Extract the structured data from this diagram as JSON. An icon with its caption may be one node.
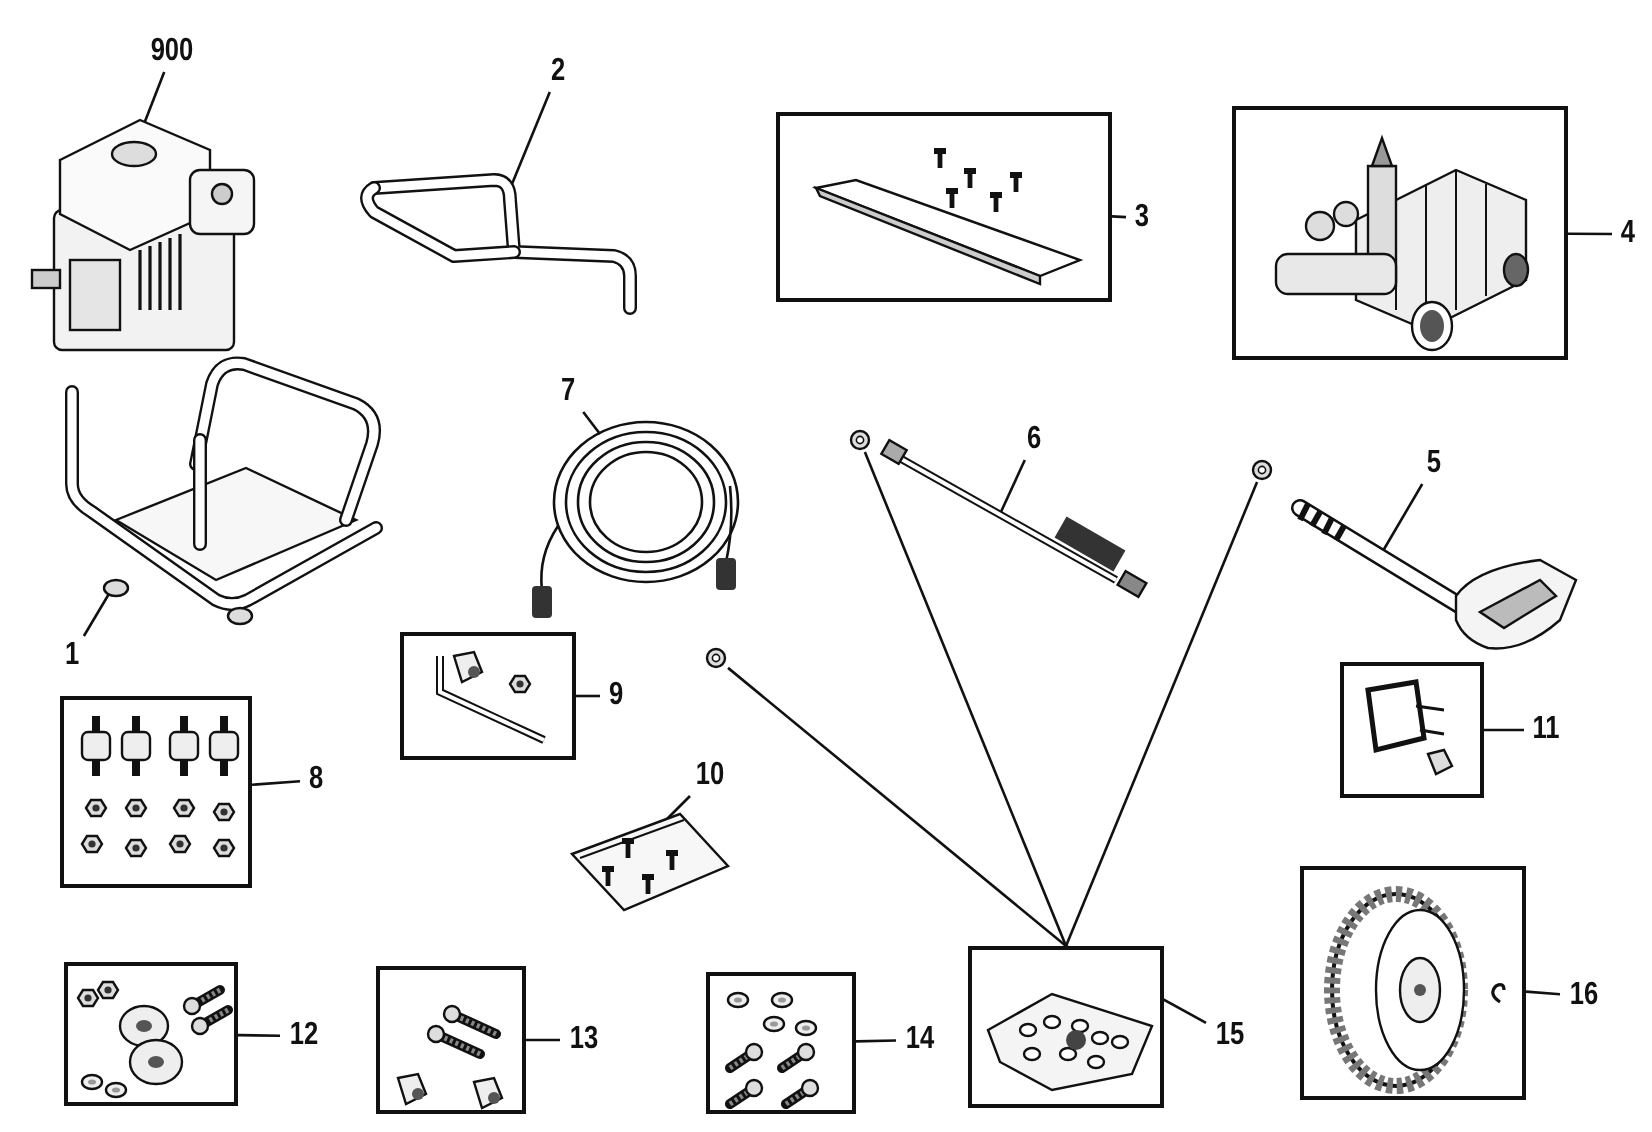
{
  "diagram": {
    "nodes": [
      {
        "text": [
          "900"
        ]
      },
      {
        "text": [],
        "shape": "picture"
      },
      {
        "text": [
          "2"
        ]
      },
      {
        "text": [],
        "shape": "picture"
      },
      {
        "text": [],
        "shape": "box"
      },
      {
        "text": [
          "3"
        ]
      },
      {
        "text": [],
        "shape": "box"
      },
      {
        "text": [
          "4"
        ]
      },
      {
        "text": [
          "7"
        ]
      },
      {
        "text": [],
        "shape": "picture"
      },
      {
        "text": [
          "6"
        ]
      },
      {
        "text": [],
        "shape": "picture"
      },
      {
        "text": [
          "5"
        ]
      },
      {
        "text": [],
        "shape": "picture"
      },
      {
        "text": [],
        "shape": "picture"
      },
      {
        "text": [],
        "shape": "picture"
      },
      {
        "text": [],
        "shape": "picture"
      },
      {
        "text": [],
        "shape": "picture"
      },
      {
        "text": [
          "1"
        ]
      },
      {
        "text": [],
        "shape": "box"
      },
      {
        "text": [
          "9"
        ]
      },
      {
        "text": [],
        "shape": "box"
      },
      {
        "text": [
          "11"
        ]
      },
      {
        "text": [],
        "shape": "box"
      },
      {
        "text": [
          "8"
        ]
      },
      {
        "text": [
          "10"
        ]
      },
      {
        "text": [],
        "shape": "picture"
      },
      {
        "text": [],
        "shape": "box"
      },
      {
        "text": [
          "12"
        ]
      },
      {
        "text": [],
        "shape": "box"
      },
      {
        "text": [
          "13"
        ]
      },
      {
        "text": [],
        "shape": "box"
      },
      {
        "text": [
          "14"
        ]
      },
      {
        "text": [],
        "shape": "box"
      },
      {
        "text": [
          "15"
        ]
      },
      {
        "text": [],
        "shape": "box"
      },
      {
        "text": [
          "16"
        ]
      }
    ],
    "edges": [
      {
        "from": 0,
        "to": 1,
        "arrow": "none"
      },
      {
        "from": 2,
        "to": 3,
        "arrow": "none"
      },
      {
        "from": 5,
        "to": 4,
        "arrow": "none"
      },
      {
        "from": 7,
        "to": 6,
        "arrow": "none"
      },
      {
        "from": 8,
        "to": 9,
        "arrow": "none"
      },
      {
        "from": 10,
        "to": 11,
        "arrow": "none"
      },
      {
        "from": 12,
        "to": 13,
        "arrow": "none"
      },
      {
        "from": 18,
        "to": 17,
        "arrow": "none"
      },
      {
        "from": 20,
        "to": 19,
        "arrow": "none"
      },
      {
        "from": 22,
        "to": 21,
        "arrow": "none"
      },
      {
        "from": 24,
        "to": 23,
        "arrow": "none"
      },
      {
        "from": 25,
        "to": 26,
        "arrow": "none"
      },
      {
        "from": 28,
        "to": 27,
        "arrow": "none"
      },
      {
        "from": 30,
        "to": 29,
        "arrow": "none"
      },
      {
        "from": 32,
        "to": 31,
        "arrow": "none"
      },
      {
        "from": 34,
        "to": 33,
        "arrow": "none"
      },
      {
        "from": 33,
        "to": 16,
        "arrow": "none"
      },
      {
        "from": 33,
        "to": 14,
        "arrow": "none"
      },
      {
        "from": 33,
        "to": 15,
        "arrow": "none"
      },
      {
        "from": 36,
        "to": 35,
        "arrow": "none"
      }
    ]
  }
}
